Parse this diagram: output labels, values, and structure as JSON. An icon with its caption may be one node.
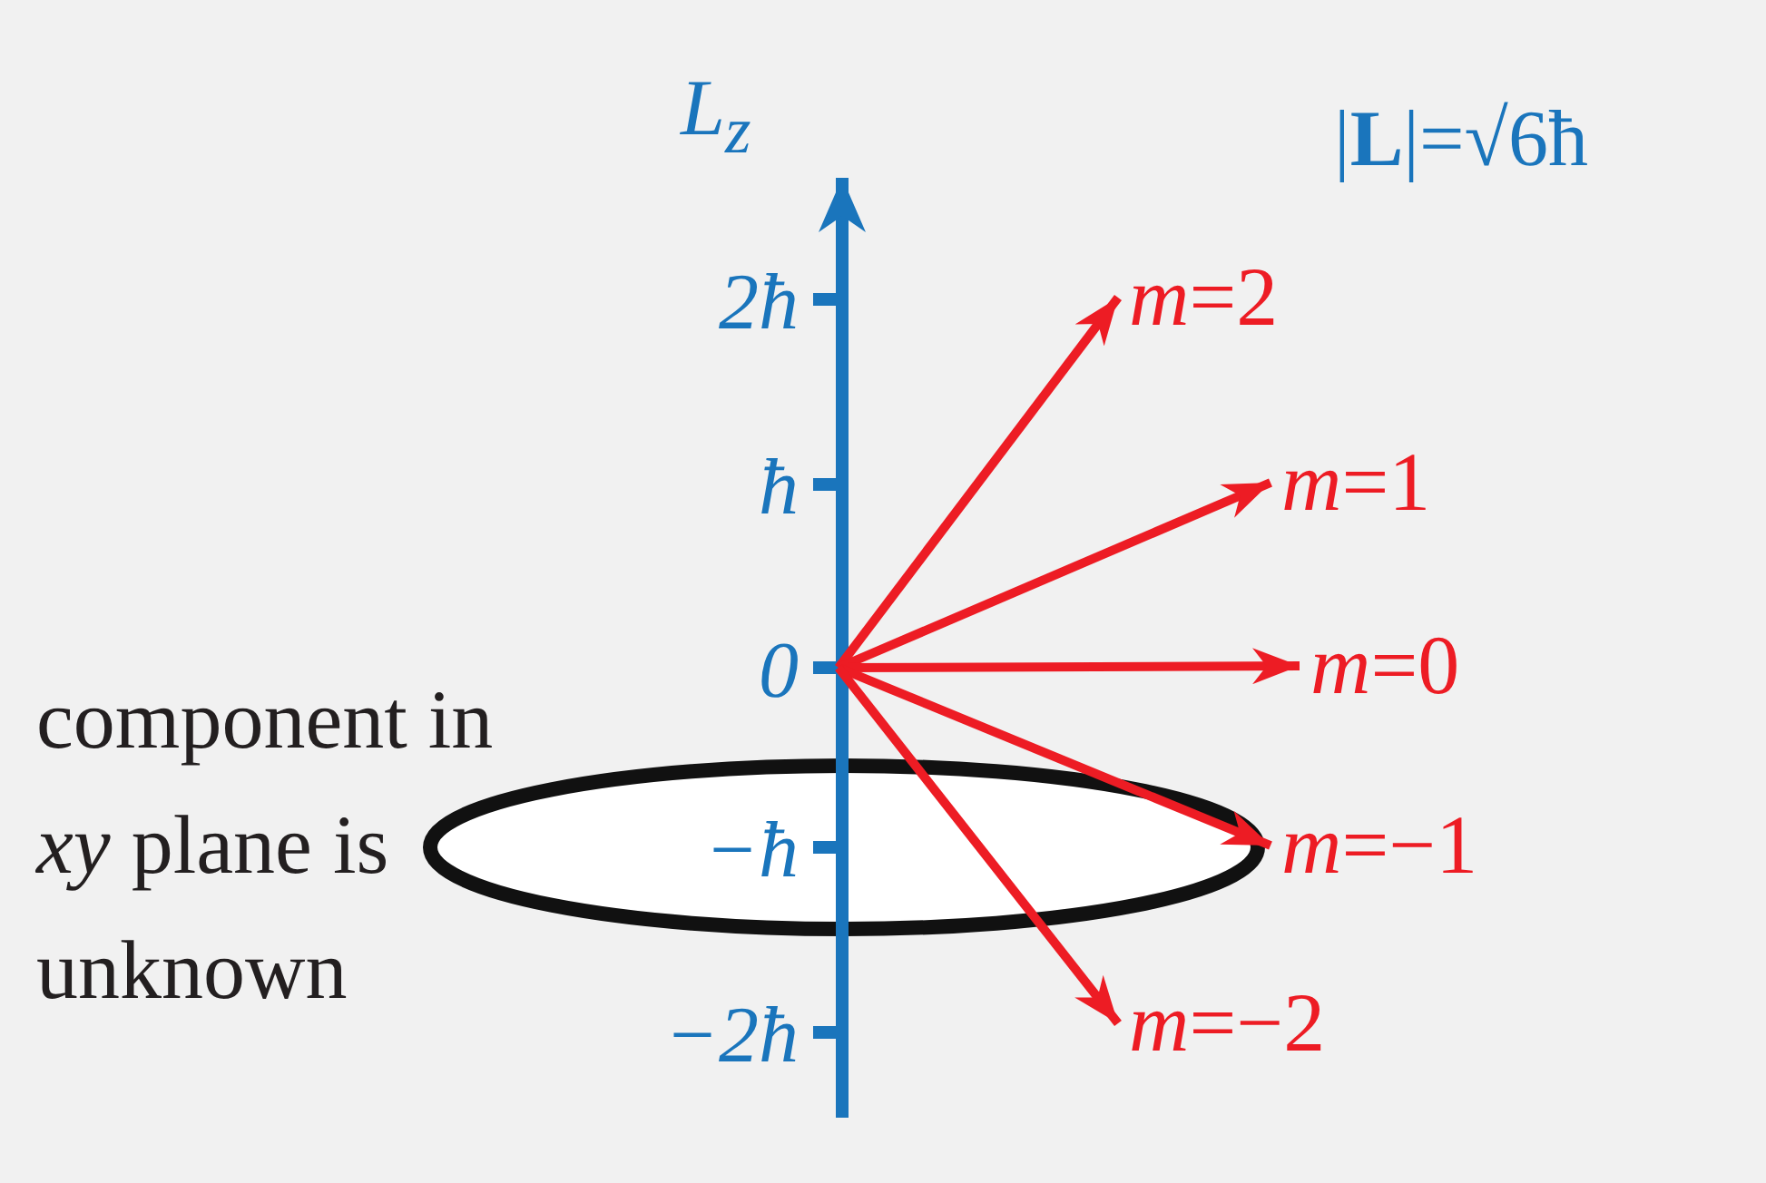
{
  "diagram": {
    "nodes": [
      {
        "text": [
          "*m*=2"
        ]
      },
      {
        "text": [
          "*m*=1"
        ]
      },
      {
        "text": [
          "*m*=0"
        ]
      },
      {
        "text": [
          "*m*=−1"
        ]
      },
      {
        "text": [
          "*m*=−2"
        ]
      }
    ],
    "edges": [
      {
        "from": null,
        "to": 0,
        "arrow": "to"
      },
      {
        "from": null,
        "to": 1,
        "arrow": "to"
      },
      {
        "from": null,
        "to": 2,
        "arrow": "to"
      },
      {
        "from": null,
        "to": 3,
        "arrow": "to"
      },
      {
        "from": null,
        "to": 4,
        "arrow": "to"
      }
    ],
    "labels": [
      "L$_{z}$",
      "|**L**|=√6ħ",
      "2ħ",
      "ħ",
      "0",
      "component in *xy* plane is unknown",
      "−ħ",
      "−2ħ"
    ]
  }
}
